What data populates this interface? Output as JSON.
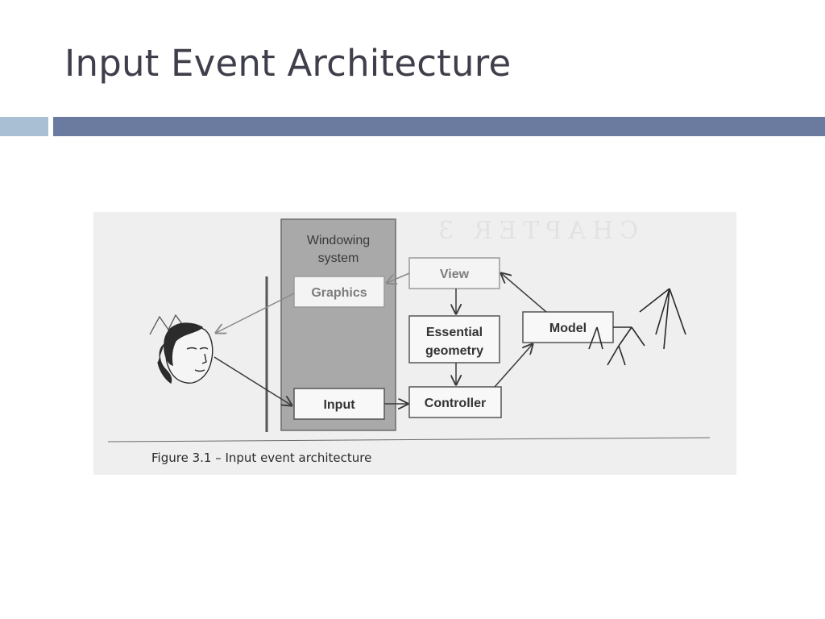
{
  "slide": {
    "title": "Input Event Architecture"
  },
  "figure": {
    "caption": "Figure 3.1 – Input event architecture",
    "windowing_label_line1": "Windowing",
    "windowing_label_line2": "system",
    "nodes": {
      "graphics": "Graphics",
      "input": "Input",
      "view": "View",
      "essential_line1": "Essential",
      "essential_line2": "geometry",
      "controller": "Controller",
      "model": "Model"
    },
    "icons": [
      "person-face-icon",
      "tree-icon"
    ]
  },
  "colors": {
    "title": "#3f3f4b",
    "bar_light": "#a9bfd4",
    "bar_dark": "#6b7a9f",
    "figure_bg": "#efefef",
    "windowing_box": "#a9a9a9"
  }
}
